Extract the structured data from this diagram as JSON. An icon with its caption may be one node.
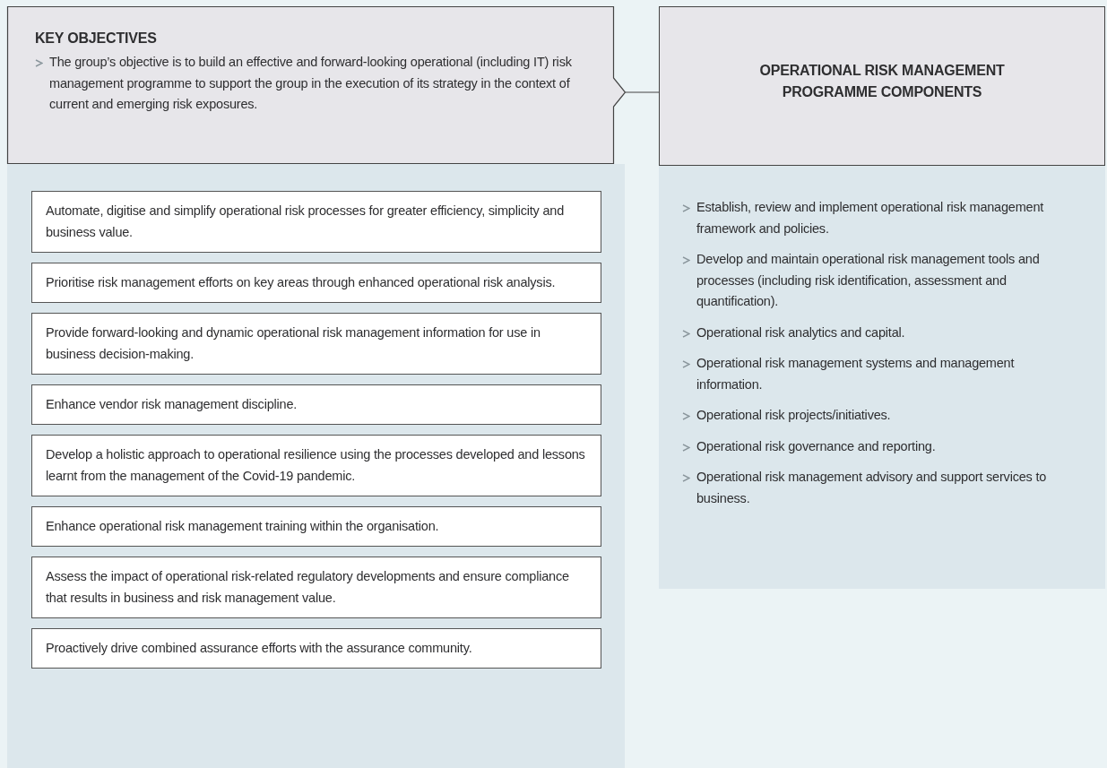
{
  "diagram": {
    "nodes": [
      {
        "text": [
          "KEY OBJECTIVES",
          "The group’s objective is to build an effective and forward-looking operational (including IT) risk management programme to support the group in the execution of its strategy in the context of current and emerging risk exposures."
        ]
      },
      {
        "text": [
          "OPERATIONAL RISK MANAGEMENT PROGRAMME COMPONENTS"
        ]
      },
      {
        "text": [
          "Automate, digitise and simplify operational risk processes for greater efficiency, simplicity and business value."
        ]
      },
      {
        "text": [
          "Prioritise risk management efforts on key areas through enhanced operational risk analysis."
        ]
      },
      {
        "text": [
          "Provide forward-looking and dynamic operational risk management information for use in business decision-making."
        ]
      },
      {
        "text": [
          "Enhance vendor risk management discipline."
        ]
      },
      {
        "text": [
          "Develop a holistic approach to operational resilience using the processes developed and lessons learnt from the management of the Covid-19 pandemic."
        ]
      },
      {
        "text": [
          "Enhance operational risk management training within the organisation."
        ]
      },
      {
        "text": [
          "Assess the impact of operational risk-related regulatory developments and ensure compliance that results in business and risk management value."
        ]
      },
      {
        "text": [
          "Proactively drive combined assurance efforts with the assurance community."
        ]
      },
      {
        "text": [
          "Establish, review and implement operational risk management framework and policies.",
          "Develop and maintain operational risk management tools and processes (including risk identification, assessment and quantification).",
          "Operational risk analytics and capital.",
          "Operational risk management systems and management information.",
          "Operational risk projects/initiatives.",
          "Operational risk governance and reporting.",
          "Operational risk management advisory and support services to business."
        ]
      }
    ],
    "edges": [
      {
        "from": 0,
        "to": 1,
        "arrow": "none"
      }
    ]
  }
}
